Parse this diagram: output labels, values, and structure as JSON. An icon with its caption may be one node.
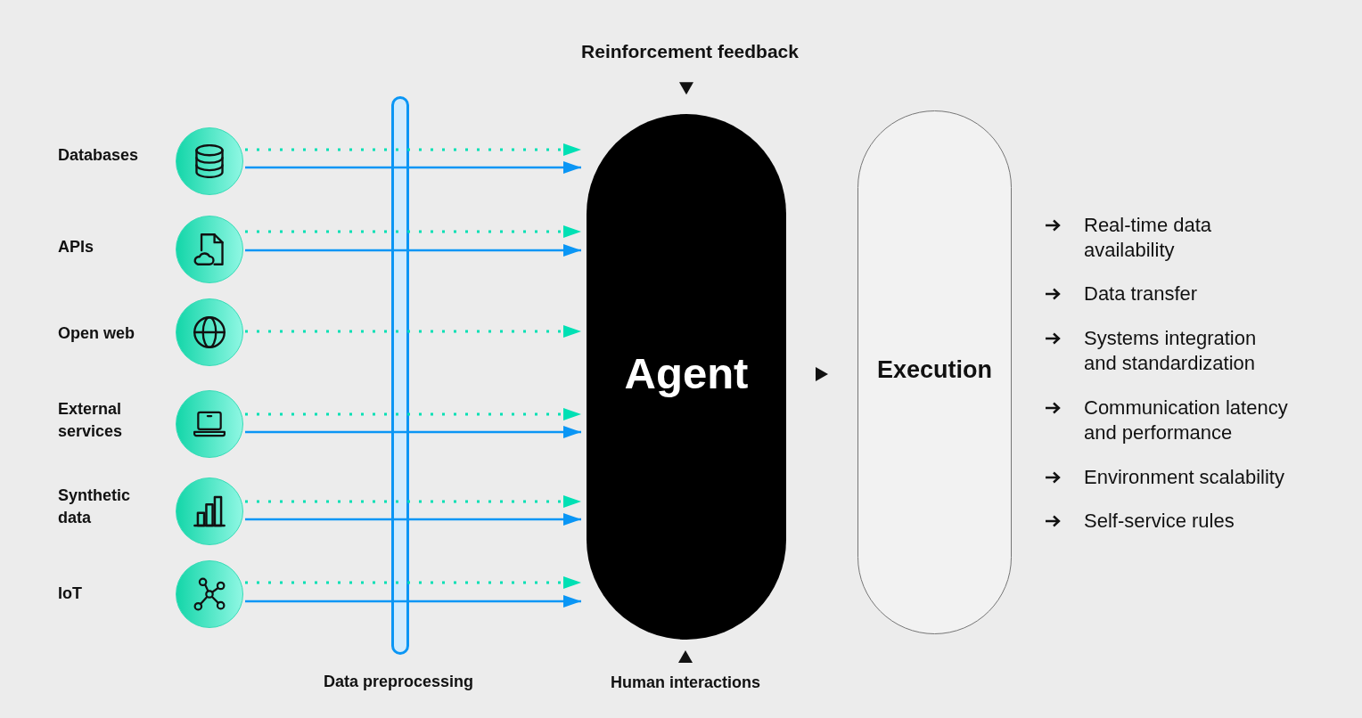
{
  "diagram": {
    "nodes": [
      {
        "text": [],
        "shape": "circle"
      },
      {
        "text": [],
        "shape": "circle"
      },
      {
        "text": [],
        "shape": "circle"
      },
      {
        "text": [],
        "shape": "circle"
      },
      {
        "text": [],
        "shape": "circle"
      },
      {
        "text": [],
        "shape": "circle"
      },
      {
        "text": [],
        "shape": "bar",
        "beside": [
          "Data preprocessing"
        ]
      },
      {
        "text": [
          "Reinforcement feedback"
        ]
      },
      {
        "text": [
          "Agent"
        ]
      },
      {
        "text": [
          "Human interactions"
        ]
      },
      {
        "text": [
          "Execution"
        ]
      }
    ],
    "edges": [
      {
        "from": 0,
        "to": 8,
        "arrow": "to",
        "style": "dashed",
        "color": "#00e0b4"
      },
      {
        "from": 0,
        "to": 8,
        "arrow": "to",
        "color": "#0a96f5"
      },
      {
        "from": 1,
        "to": 8,
        "arrow": "to",
        "style": "dashed",
        "color": "#00e0b4"
      },
      {
        "from": 1,
        "to": 8,
        "arrow": "to",
        "color": "#0a96f5"
      },
      {
        "from": 2,
        "to": 8,
        "arrow": "to",
        "style": "dashed",
        "color": "#00e0b4"
      },
      {
        "from": 3,
        "to": 8,
        "arrow": "to",
        "style": "dashed",
        "color": "#00e0b4"
      },
      {
        "from": 3,
        "to": 8,
        "arrow": "to",
        "color": "#0a96f5"
      },
      {
        "from": 4,
        "to": 8,
        "arrow": "to",
        "style": "dashed",
        "color": "#00e0b4"
      },
      {
        "from": 4,
        "to": 8,
        "arrow": "to",
        "color": "#0a96f5"
      },
      {
        "from": 5,
        "to": 8,
        "arrow": "to",
        "style": "dashed",
        "color": "#00e0b4"
      },
      {
        "from": 5,
        "to": 8,
        "arrow": "to",
        "color": "#0a96f5"
      },
      {
        "from": 7,
        "to": 8,
        "arrow": "to"
      },
      {
        "from": 9,
        "to": 8,
        "arrow": "to"
      },
      {
        "from": 8,
        "to": 10,
        "arrow": "to"
      }
    ],
    "labels": [
      "Databases",
      "APIs",
      "Open web",
      "External services",
      "Synthetic data",
      "IoT",
      "Real-time data availability",
      "Data transfer",
      "Systems integration and standardization",
      "Communication latency and performance",
      "Environment scalability",
      "Self-service rules"
    ]
  }
}
